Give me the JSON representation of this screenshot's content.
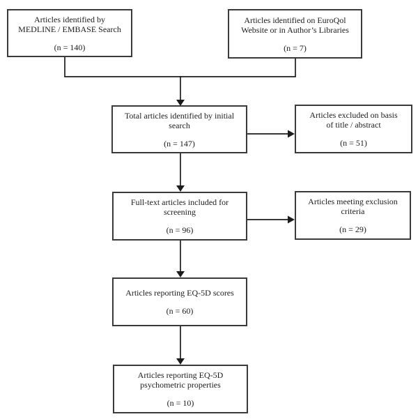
{
  "diagram": {
    "background_color": "#ffffff",
    "line_color": "#1c1c1c",
    "box_border_color": "#3a3a3a",
    "boxes": {
      "medline": {
        "title": "Articles identified by\nMEDLINE / EMBASE Search",
        "count": "(n = 140)"
      },
      "euroqol": {
        "title": "Articles identified on EuroQol\nWebsite or in Author’s Libraries",
        "count": "(n = 7)"
      },
      "total": {
        "title": "Total articles identified by initial\nsearch",
        "count": "(n = 147)"
      },
      "excluded": {
        "title": "Articles excluded on basis\nof title / abstract",
        "count": "(n = 51)"
      },
      "fulltext": {
        "title": "Full-text articles included for\nscreening",
        "count": "(n = 96)"
      },
      "exclusion": {
        "title": "Articles meeting exclusion\ncriteria",
        "count": "(n = 29)"
      },
      "scores": {
        "title": "Articles reporting EQ-5D scores",
        "count": "(n = 60)"
      },
      "psychometric": {
        "title": "Articles reporting EQ-5D\npsychometric properties",
        "count": "(n = 10)"
      }
    }
  }
}
